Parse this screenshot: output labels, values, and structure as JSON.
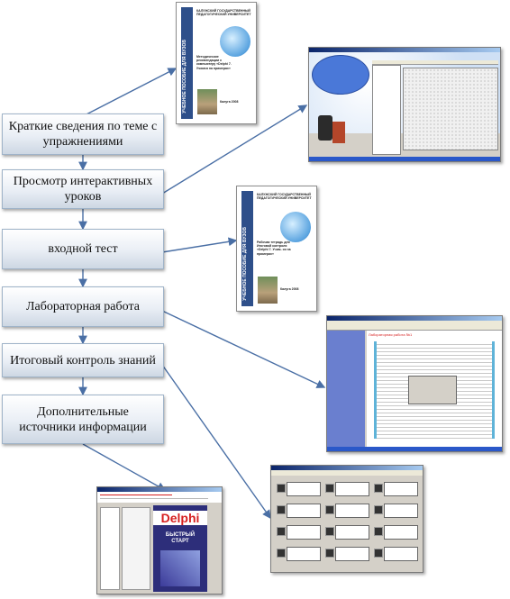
{
  "steps": [
    {
      "id": "brief-info",
      "label": "Краткие сведения по теме с упражнениями"
    },
    {
      "id": "interactive-lessons",
      "label": "Просмотр интерактивных уроков"
    },
    {
      "id": "entry-test",
      "label": "входной тест"
    },
    {
      "id": "lab-work",
      "label": "Лабораторная работа"
    },
    {
      "id": "final-control",
      "label": "Итоговый контроль знаний"
    },
    {
      "id": "extra-sources",
      "label": "Дополнительные источники информации"
    }
  ],
  "thumbnails": {
    "manual_1": {
      "spine": "УЧЕБНОЕ ПОСОБИЕ ДЛЯ ВУЗОВ",
      "header": "КАЛУЖСКИЙ ГОСУДАРСТВЕННЫЙ ПЕДАГОГИЧЕСКИЙ УНИВЕРСИТЕТ",
      "title": "Методические рекомендации к компьютеру «Delphi 7. Учимся на примерах»",
      "year": "Калуга 2008"
    },
    "manual_2": {
      "spine": "УЧЕБНОЕ ПОСОБИЕ ДЛЯ ВУЗОВ",
      "header": "КАЛУЖСКИЙ ГОСУДАРСТВЕННЫЙ ПЕДАГОГИЧЕСКИЙ УНИВЕРСИТЕТ",
      "title": "Рабочая тетрадь для Итоговой контроля «Delphi 7. Учим- ся на примерах»",
      "year": "Калуга 2008"
    },
    "lab_window": {
      "heading": "Лабораторная работа №1"
    },
    "delphi_cover": {
      "brand": "Delphi",
      "subtitle": "БЫСТРЫЙ СТАРТ"
    }
  },
  "colors": {
    "arrow": "#4a6fa5",
    "box_border": "#9fb3c8",
    "delphi_red": "#d61f1f"
  }
}
